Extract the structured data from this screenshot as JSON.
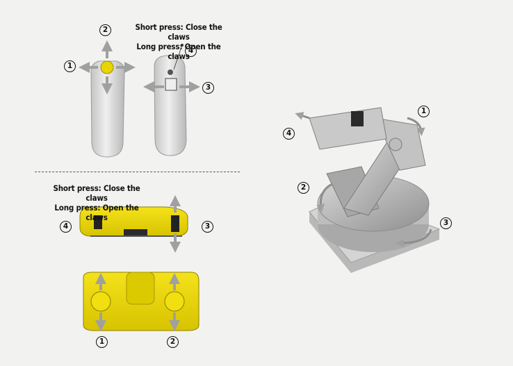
{
  "top_caption": {
    "line1": "Short press: Close the claws",
    "line2": "Long press: Open the claws"
  },
  "mid_caption": {
    "line1": "Short press: Close the claws",
    "line2": "Long press: Open the claws"
  },
  "numbers": {
    "n1": "1",
    "n2": "2",
    "n3": "3",
    "n4": "4"
  },
  "colors": {
    "controller_yellow": "#e8d400",
    "body_grey": "#d6d6d6",
    "arrow_grey": "#9a9a9a"
  }
}
